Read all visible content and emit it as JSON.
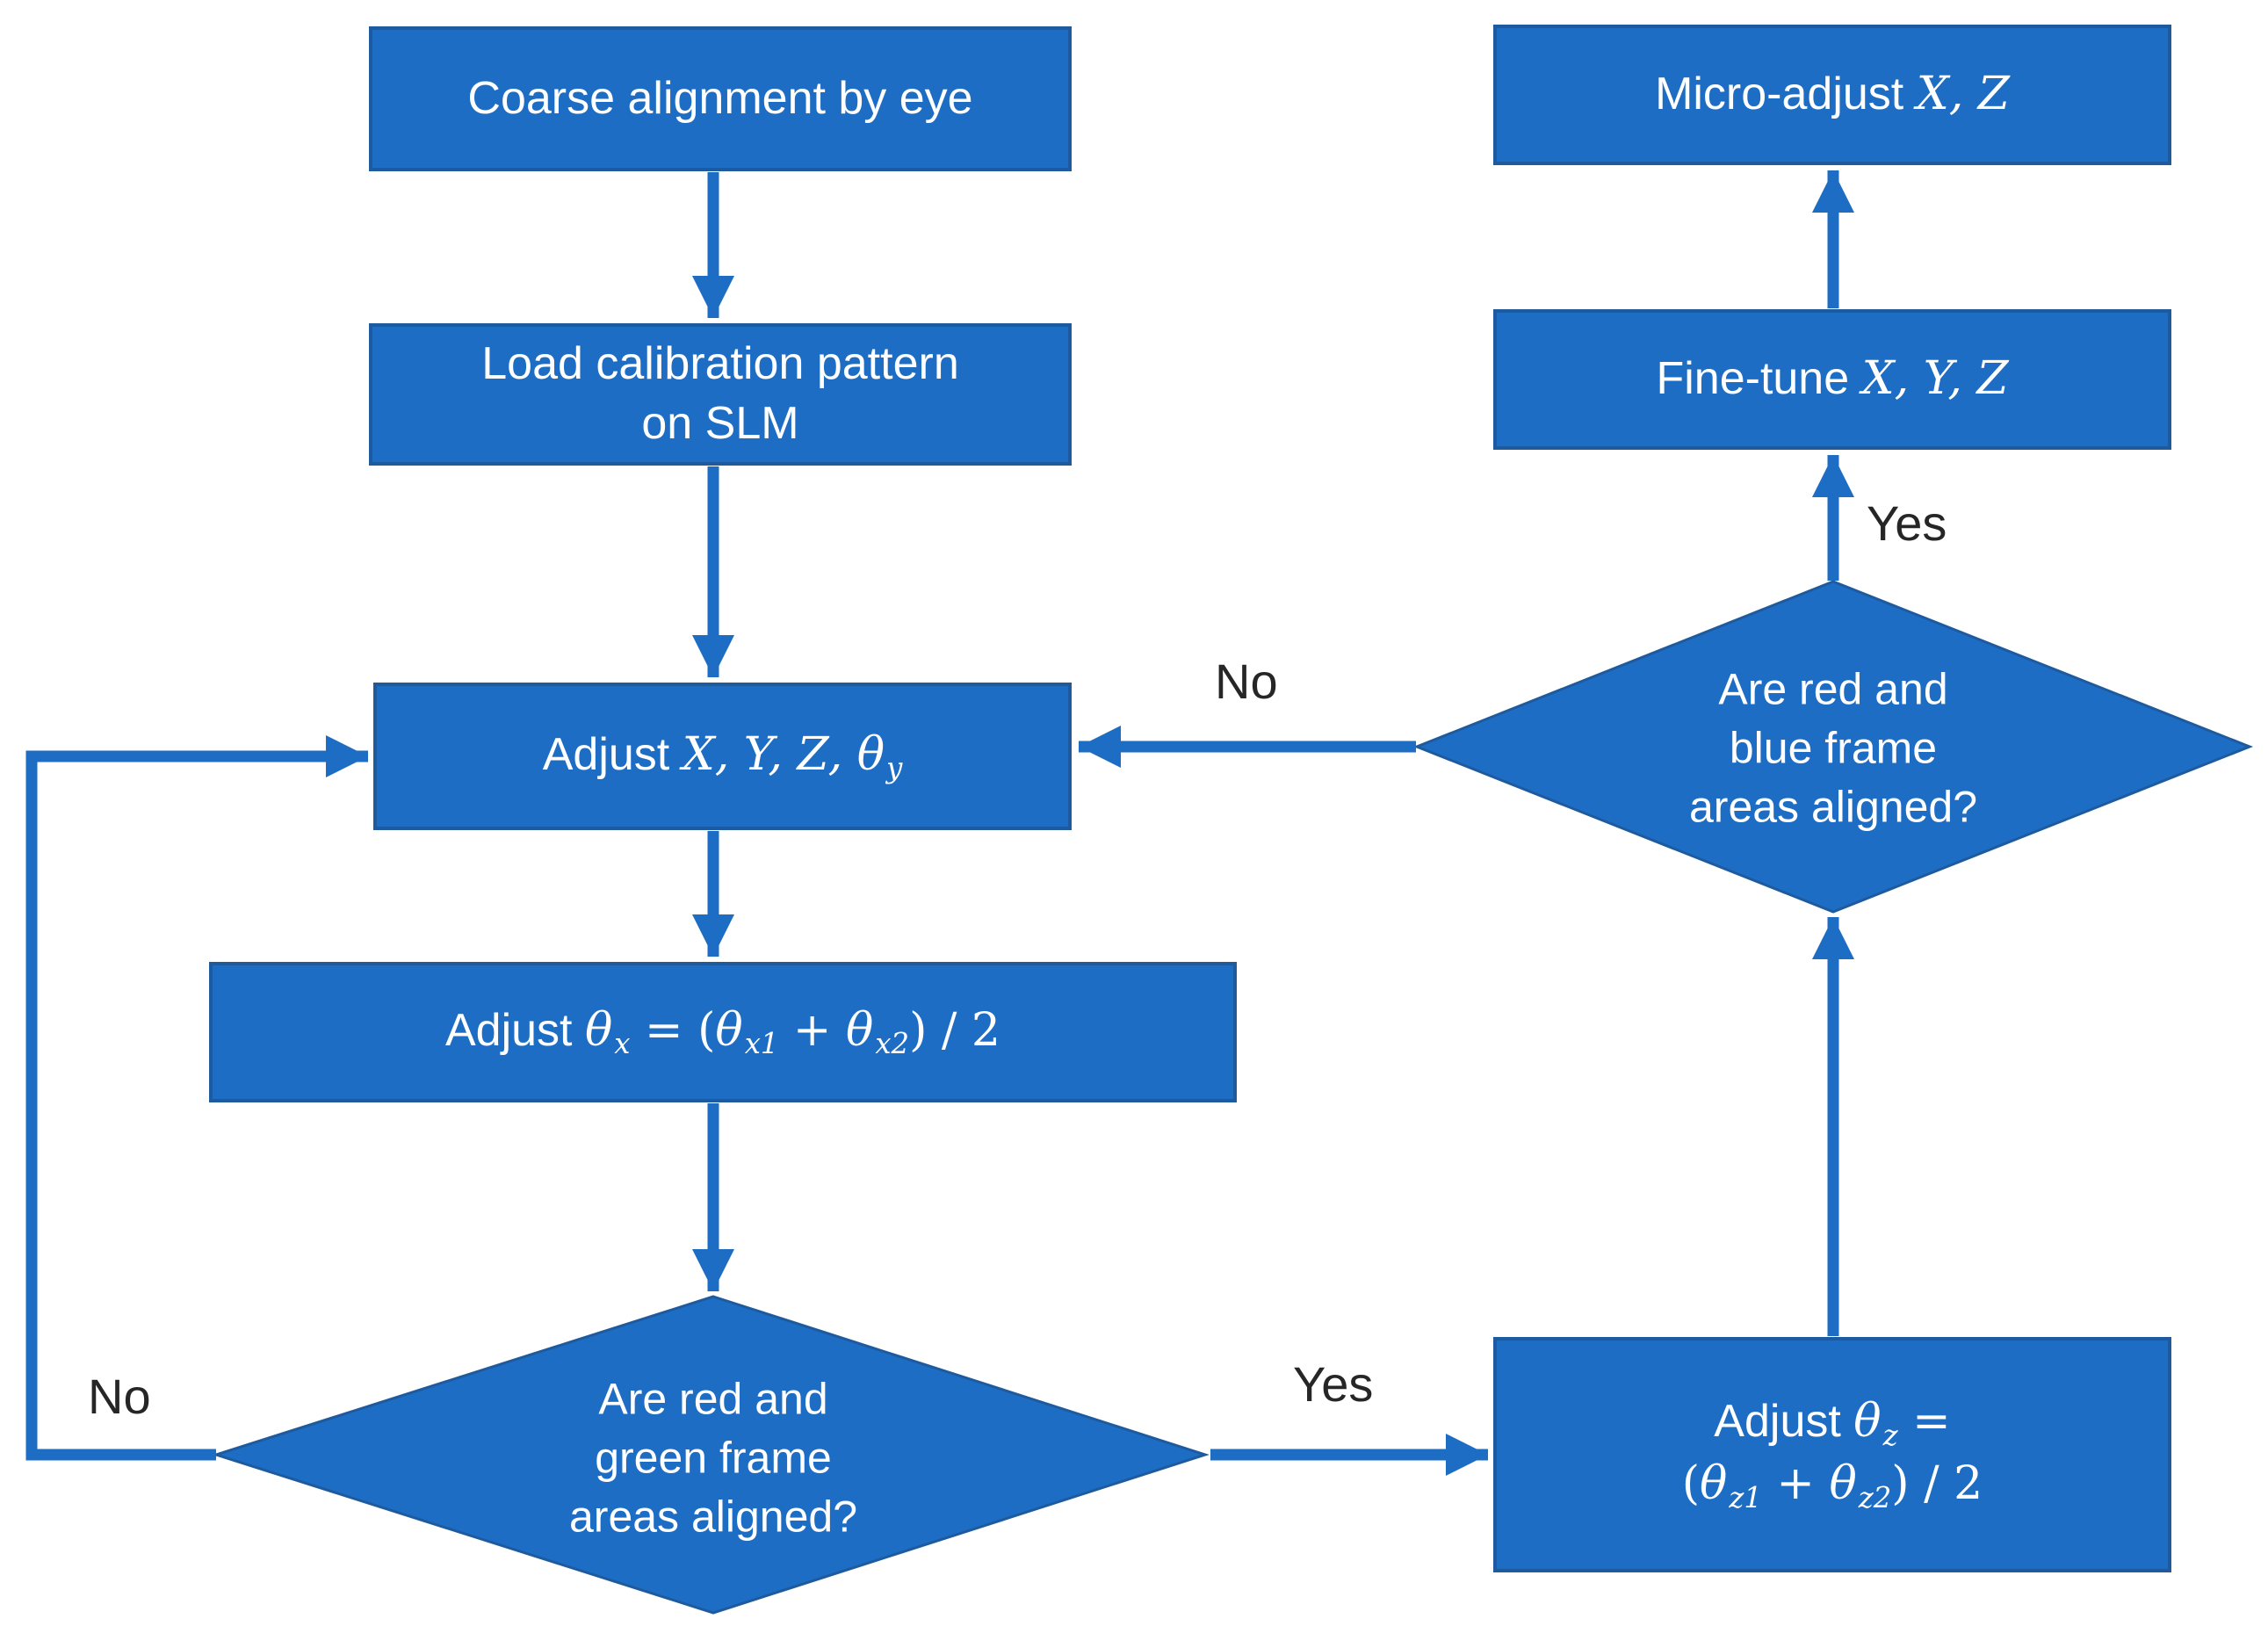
{
  "colors": {
    "background": "#ffffff",
    "shape_fill": "#1e6dc4",
    "shape_border": "#1d5a9e",
    "text": "#ffffff",
    "label_text": "#262626"
  },
  "nodes": {
    "coarse": {
      "label": "Coarse alignment by eye"
    },
    "load": {
      "line1": "Load calibration pattern",
      "line2": "on SLM"
    },
    "adjust_xyz": {
      "parts": [
        {
          "t": "Adjust "
        },
        {
          "t": "X, Y, Z, ",
          "cls": "math"
        },
        {
          "t": "θ",
          "cls": "math"
        },
        {
          "t": "y",
          "cls": "math sub"
        }
      ]
    },
    "adjust_theta_x": {
      "parts": [
        {
          "t": "Adjust "
        },
        {
          "t": "θ",
          "cls": "math"
        },
        {
          "t": "x",
          "cls": "math sub"
        },
        {
          "t": " = (",
          "cls": "mathu"
        },
        {
          "t": "θ",
          "cls": "math"
        },
        {
          "t": "x1",
          "cls": "math sub"
        },
        {
          "t": " + ",
          "cls": "mathu"
        },
        {
          "t": "θ",
          "cls": "math"
        },
        {
          "t": "x2",
          "cls": "math sub"
        },
        {
          "t": ") / 2",
          "cls": "mathu"
        }
      ]
    },
    "diamond_green": {
      "lines": [
        "Are red and",
        "green frame",
        "areas aligned?"
      ]
    },
    "adjust_theta_z": {
      "parts": [
        {
          "t": "Adjust "
        },
        {
          "t": "θ",
          "cls": "math"
        },
        {
          "t": "z",
          "cls": "math sub"
        },
        {
          "t": " =",
          "cls": "mathu"
        },
        {
          "br": true
        },
        {
          "t": "(",
          "cls": "mathu"
        },
        {
          "t": "θ",
          "cls": "math"
        },
        {
          "t": "z1",
          "cls": "math sub"
        },
        {
          "t": " + ",
          "cls": "mathu"
        },
        {
          "t": "θ",
          "cls": "math"
        },
        {
          "t": "z2",
          "cls": "math sub"
        },
        {
          "t": ") / 2",
          "cls": "mathu"
        }
      ]
    },
    "diamond_blue": {
      "lines": [
        "Are red and",
        "blue frame",
        "areas aligned?"
      ]
    },
    "fine_tune": {
      "parts": [
        {
          "t": "Fine-tune "
        },
        {
          "t": "X, Y, Z",
          "cls": "math"
        }
      ]
    },
    "micro_adjust": {
      "parts": [
        {
          "t": "Micro-adjust "
        },
        {
          "t": "X, Z",
          "cls": "math"
        }
      ]
    }
  },
  "edge_labels": {
    "loop_no": "No",
    "green_yes": "Yes",
    "blue_no": "No",
    "blue_yes": "Yes"
  }
}
